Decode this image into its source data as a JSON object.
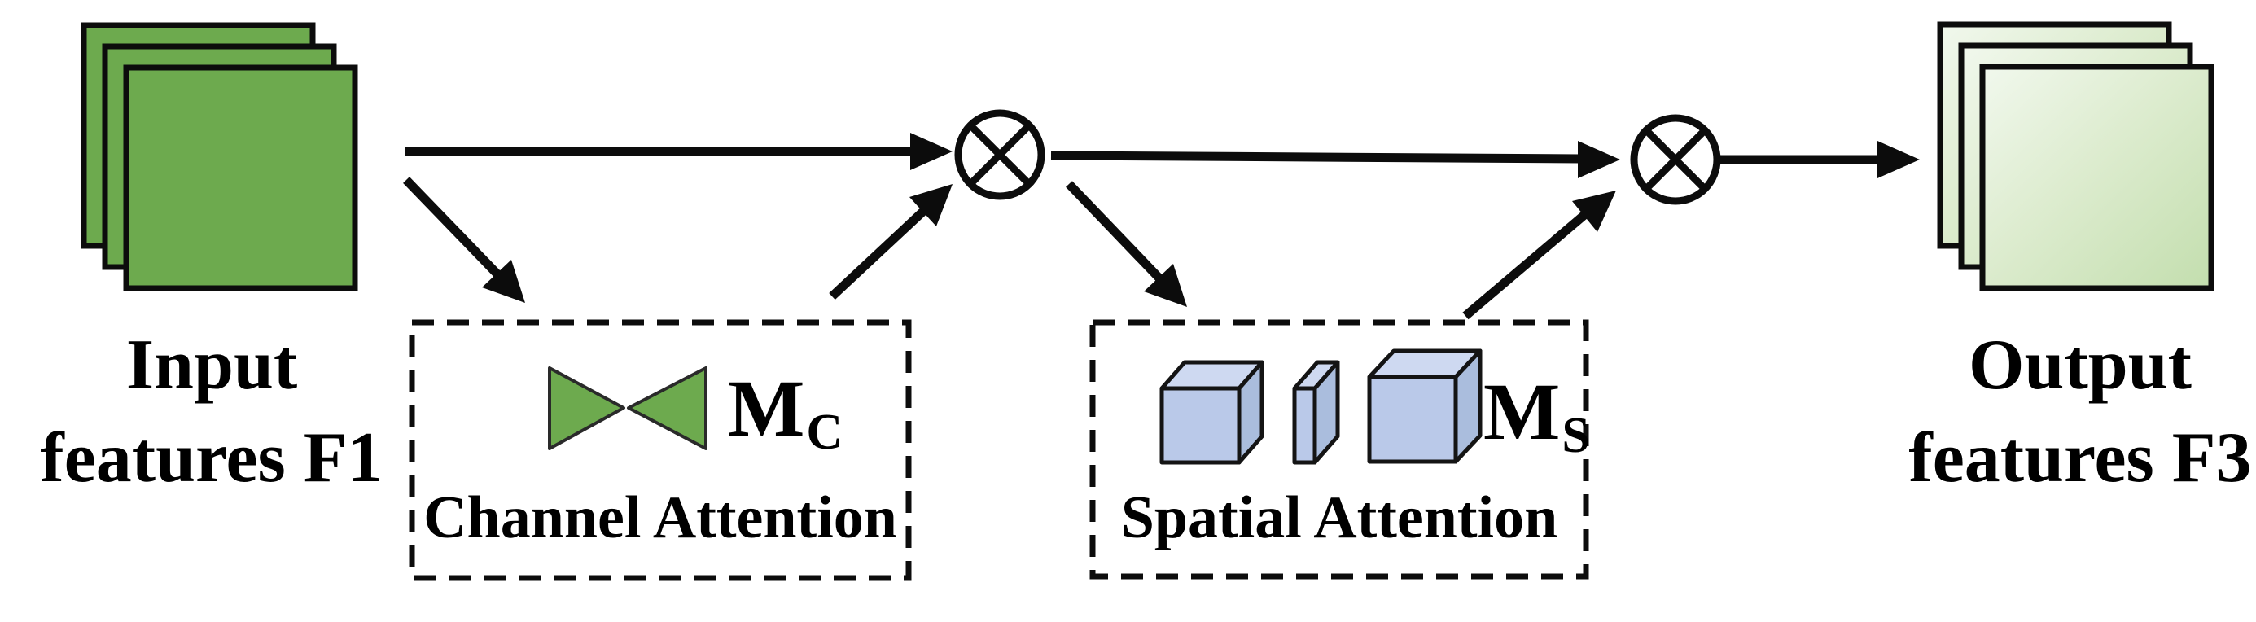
{
  "nodes": {
    "input": {
      "line1": "Input",
      "line2": "features F1"
    },
    "output": {
      "line1": "Output",
      "line2": "features F3"
    },
    "channel": {
      "label": "Channel Attention",
      "mask_symbol": "M",
      "mask_sub": "C"
    },
    "spatial": {
      "label": "Spatial Attention",
      "mask_symbol": "M",
      "mask_sub": "S"
    }
  },
  "icons": {
    "multiply_icon": "⊗",
    "channel_glyph": "bowtie-triangles",
    "spatial_glyph": "3d-cubes"
  },
  "colors": {
    "feature_green": "#6daa4e",
    "output_green_light": "#f1f8ed",
    "output_green_mid": "#ddeccf",
    "output_green_deep": "#c3deae",
    "cube_front": "#bac9e9",
    "cube_top": "#ced9f1",
    "cube_side": "#aabddd",
    "line_black": "#0c0c0c"
  }
}
